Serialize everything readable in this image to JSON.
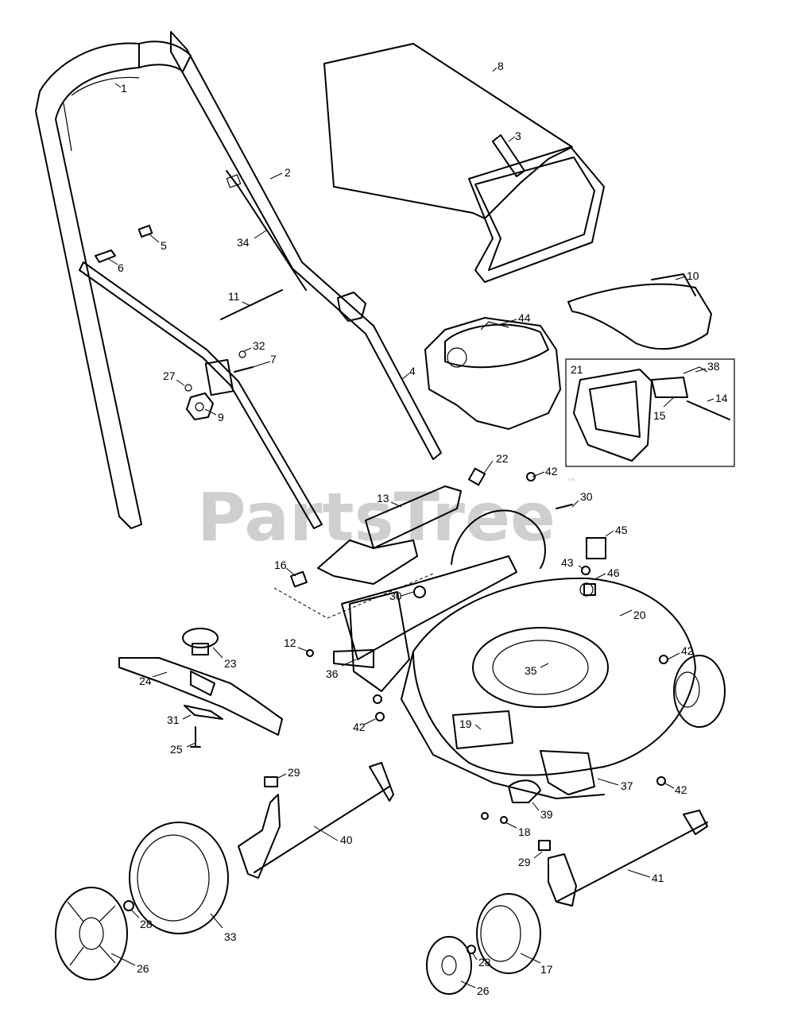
{
  "watermark": {
    "text": "PartsTree",
    "mark": "™"
  },
  "callouts": [
    "1",
    "2",
    "3",
    "4",
    "5",
    "6",
    "7",
    "8",
    "9",
    "10",
    "11",
    "12",
    "13",
    "14",
    "15",
    "16",
    "17",
    "18",
    "19",
    "20",
    "21",
    "22",
    "23",
    "24",
    "25",
    "26",
    "26",
    "27",
    "28",
    "28",
    "29",
    "29",
    "30",
    "30",
    "31",
    "32",
    "33",
    "34",
    "35",
    "36",
    "37",
    "38",
    "39",
    "40",
    "41",
    "42",
    "42",
    "42",
    "42",
    "43",
    "44",
    "45",
    "46"
  ]
}
